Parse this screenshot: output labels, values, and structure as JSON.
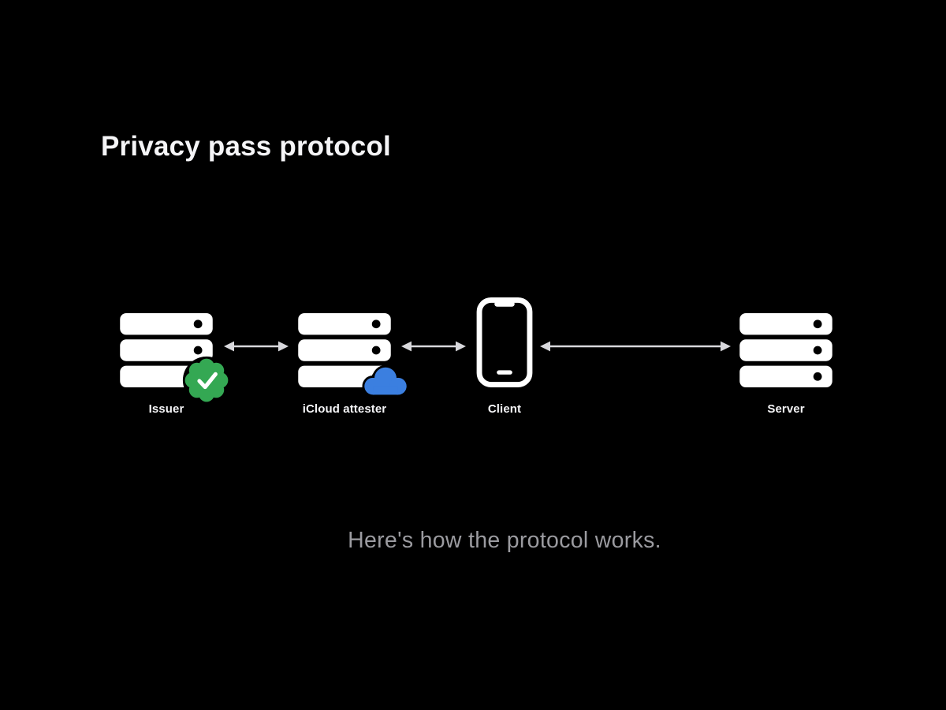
{
  "slide": {
    "title": "Privacy pass protocol",
    "caption": "Here's how the protocol works."
  },
  "diagram": {
    "nodes": [
      {
        "id": "issuer",
        "label": "Issuer",
        "icon": "server",
        "badge": "verified-check"
      },
      {
        "id": "icloud-attester",
        "label": "iCloud attester",
        "icon": "server",
        "badge": "cloud"
      },
      {
        "id": "client",
        "label": "Client",
        "icon": "iphone",
        "badge": "none"
      },
      {
        "id": "server",
        "label": "Server",
        "icon": "server",
        "badge": "none"
      }
    ],
    "connections": [
      {
        "from": "issuer",
        "to": "icloud-attester",
        "style": "double-arrow"
      },
      {
        "from": "icloud-attester",
        "to": "client",
        "style": "double-arrow"
      },
      {
        "from": "client",
        "to": "server",
        "style": "double-arrow"
      }
    ]
  },
  "colors": {
    "background": "#000000",
    "title": "#f5f5f7",
    "caption": "#9b9ba0",
    "icon": "#ffffff",
    "arrow": "#d8d8dc",
    "badge_green": "#34a853",
    "cloud_blue": "#3b7fe0"
  }
}
